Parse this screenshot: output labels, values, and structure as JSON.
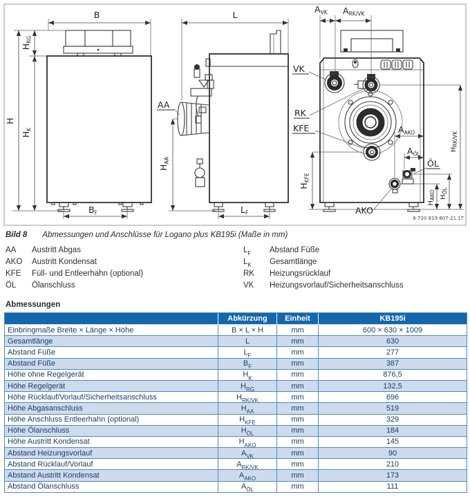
{
  "fig": {
    "caption_label": "Bild 8",
    "caption_text": "Abmessungen und Anschlüsse für Logano plus KB195i (Maße in mm)",
    "ref": "6 720 819 807-21.1T",
    "labels": {
      "b": "B",
      "l": "L",
      "h": "H",
      "hrg": {
        "base": "H",
        "sub": "RG"
      },
      "hk": {
        "base": "H",
        "sub": "K"
      },
      "bf": {
        "base": "B",
        "sub": "F"
      },
      "lf": {
        "base": "L",
        "sub": "F"
      },
      "haa": {
        "base": "H",
        "sub": "AA"
      },
      "hkfe": {
        "base": "H",
        "sub": "KFE"
      },
      "hoel": {
        "base": "H",
        "sub": "ÖL"
      },
      "hako": {
        "base": "H",
        "sub": "AKO"
      },
      "hrkvk": {
        "base": "H",
        "sub": "RK/VK"
      },
      "avk": {
        "base": "A",
        "sub": "VK"
      },
      "arkvk": {
        "base": "A",
        "sub": "RK/VK"
      },
      "aako": {
        "base": "A",
        "sub": "AKO"
      },
      "aoel": {
        "base": "A",
        "sub": "ÖL"
      },
      "aa": "AA",
      "vk": "VK",
      "rk": "RK",
      "kfe": "KFE",
      "oel": "ÖL",
      "ako": "AKO"
    }
  },
  "legend": {
    "left": [
      {
        "abbr": "AA",
        "sub": "",
        "text": "Austritt Abgas"
      },
      {
        "abbr": "AKO",
        "sub": "",
        "text": "Austritt Kondensat"
      },
      {
        "abbr": "KFE",
        "sub": "",
        "text": "Füll- und Entleerhahn (optional)"
      },
      {
        "abbr": "ÖL",
        "sub": "",
        "text": "Ölanschluss"
      }
    ],
    "right": [
      {
        "abbr": "L",
        "sub": "F",
        "text": "Abstand Füße"
      },
      {
        "abbr": "L",
        "sub": "K",
        "text": "Gesamtlänge"
      },
      {
        "abbr": "RK",
        "sub": "",
        "text": "Heizungsrücklauf"
      },
      {
        "abbr": "VK",
        "sub": "",
        "text": "Heizungsvorlauf/Sicherheitsanschluss"
      }
    ]
  },
  "heading": "Abmessungen",
  "table": {
    "headers": [
      "",
      "Abkürzung",
      "Einheit",
      "KB195i"
    ],
    "rows": [
      {
        "label": "Einbringmaße Breite × Länge × Höhe",
        "abbr": "B × L × H",
        "sub": "",
        "unit": "mm",
        "value": "600 × 630 × 1009"
      },
      {
        "label": "Gesamtlänge",
        "abbr": "L",
        "sub": "",
        "unit": "mm",
        "value": "630"
      },
      {
        "label": "Abstand Füße",
        "abbr": "L",
        "sub": "F",
        "unit": "mm",
        "value": "277"
      },
      {
        "label": "Abstand Füße",
        "abbr": "B",
        "sub": "F",
        "unit": "mm",
        "value": "387"
      },
      {
        "label": "Höhe ohne Regelgerät",
        "abbr": "H",
        "sub": "K",
        "unit": "mm",
        "value": "876,5"
      },
      {
        "label": "Höhe Regelgerät",
        "abbr": "H",
        "sub": "RG",
        "unit": "mm",
        "value": "132,5"
      },
      {
        "label": "Höhe Rücklauf/Vorlauf/Sicherheitsanschluss",
        "abbr": "H",
        "sub": "RK/VK",
        "unit": "mm",
        "value": "696"
      },
      {
        "label": "Höhe Abgasanschluss",
        "abbr": "H",
        "sub": "AA",
        "unit": "mm",
        "value": "519"
      },
      {
        "label": "Höhe Anschluss Entleerhahn (optional)",
        "abbr": "H",
        "sub": "KFE",
        "unit": "mm",
        "value": "329"
      },
      {
        "label": "Höhe Ölanschluss",
        "abbr": "H",
        "sub": "ÖL",
        "unit": "mm",
        "value": "184"
      },
      {
        "label": "Höhe Austritt Kondensat",
        "abbr": "H",
        "sub": "AKO",
        "unit": "mm",
        "value": "145"
      },
      {
        "label": "Abstand Heizungsvorlauf",
        "abbr": "A",
        "sub": "VK",
        "unit": "mm",
        "value": "90"
      },
      {
        "label": "Abstand Rücklauf/Vorlauf",
        "abbr": "A",
        "sub": "RK/VK",
        "unit": "mm",
        "value": "210"
      },
      {
        "label": "Abstand Austritt Kondensat",
        "abbr": "A",
        "sub": "AKO",
        "unit": "mm",
        "value": "173"
      },
      {
        "label": "Abstand Ölanschluss",
        "abbr": "A",
        "sub": "ÖL",
        "unit": "mm",
        "value": "111"
      }
    ]
  },
  "colors": {
    "table_header_bg": "#1466ad",
    "table_row_alt": "#cddbed",
    "table_border": "#4d87c7",
    "table_text": "#1b3c66"
  }
}
